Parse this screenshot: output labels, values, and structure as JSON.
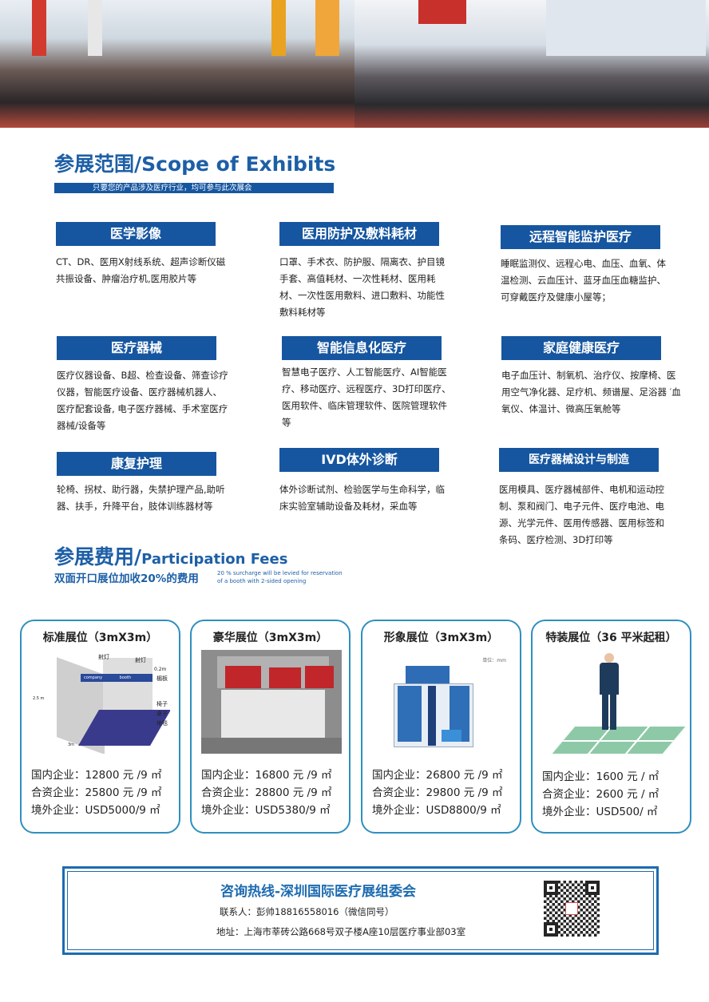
{
  "scope": {
    "title": "参展范围/Scope of Exhibits",
    "subtitle": "只要您的产品涉及医疗行业，均可参与此次展会",
    "categories": [
      {
        "title": "医学影像",
        "desc": "CT、DR、医用X射线系统、超声诊断仪磁共振设备、肿瘤治疗机,医用胶片等"
      },
      {
        "title": "医用防护及敷料耗材",
        "desc": "口罩、手术衣、防护服、隔离衣、护目镜手套、高值耗材、一次性耗材、医用耗材、一次性医用敷料、进口敷料、功能性敷料耗材等"
      },
      {
        "title": "远程智能监护医疗",
        "desc": "睡眠监测仪、远程心电、血压、血氧、体温检测、云血压计、蓝牙血压血糖监护、可穿戴医疗及健康小屋等；"
      },
      {
        "title": "医疗器械",
        "desc": "医疗仪器设备、B超、检查设备、筛查诊疗仪器，智能医疗设备、医疗器械机器人、医疗配套设备, 电子医疗器械、手术室医疗器械/设备等"
      },
      {
        "title": "智能信息化医疗",
        "desc": "智慧电子医疗、人工智能医疗、AI智能医疗、移动医疗、远程医疗、3D打印医疗、医用软件、临床管理软件、医院管理软件等"
      },
      {
        "title": "家庭健康医疗",
        "desc": "电子血压计、制氧机、治疗仪、按摩椅、医用空气净化器、足疗机、频谱屋、足浴器 ′血氧仪、体温计、微高压氧舱等"
      },
      {
        "title": "康复护理",
        "desc": "轮椅、拐杖、助行器，失禁护理产品,助听器、扶手，升降平台，肢体训练器材等"
      },
      {
        "title": "IVD体外诊断",
        "desc": "体外诊断试剂、检验医学与生命科学，临床实验室辅助设备及耗材，采血等"
      },
      {
        "title": "医疗器械设计与制造",
        "desc": "医用模具、医疗器械部件、电机和运动控制、泵和阀门、电子元件、医疗电池、电源、光学元件、医用传感器、医用标签和条码、医疗检测、3D打印等"
      }
    ]
  },
  "fees": {
    "title_cn": "参展费用/",
    "title_en": "Participation Fees",
    "surcharge_cn": "双面开口展位加收20%的费用",
    "surcharge_en_1": "20 % surcharge will be levied for reservation",
    "surcharge_en_2": "of a booth with 2-sided opening",
    "booths": [
      {
        "title": "标准展位（3mX3m）",
        "labels": [
          "射灯",
          "射灯",
          "0.2m",
          "楣板",
          "椅子",
          "桌子",
          "地毯",
          "2.5 m",
          "3m",
          "company",
          "booth"
        ],
        "prices": [
          "国内企业：12800 元 /9 ㎡",
          "合资企业：25800 元 /9 ㎡",
          "境外企业：USD5000/9 ㎡"
        ]
      },
      {
        "title": "豪华展位（3mX3m）",
        "prices": [
          "国内企业：16800 元 /9 ㎡",
          "合资企业：28800 元 /9 ㎡",
          "境外企业：USD5380/9 ㎡"
        ]
      },
      {
        "title": "形象展位（3mX3m）",
        "unit": "单位：mm",
        "prices": [
          "国内企业：26800 元 /9 ㎡",
          "合资企业：29800 元 /9 ㎡",
          "境外企业：USD8800/9 ㎡"
        ]
      },
      {
        "title": "特装展位（36 平米起租）",
        "prices": [
          "国内企业：1600 元 / ㎡",
          "合资企业：2600 元 / ㎡",
          "境外企业：USD500/ ㎡"
        ]
      }
    ]
  },
  "contact": {
    "title": "咨询热线-深圳国际医疗展组委会",
    "person": "联系人：彭帅18816558016（微信同号）",
    "address": "地址：上海市莘砖公路668号双子楼A座10层医疗事业部03室"
  },
  "colors": {
    "primary": "#1656a0",
    "card_border": "#2f8fbf",
    "floor": "#8ec9a7"
  }
}
